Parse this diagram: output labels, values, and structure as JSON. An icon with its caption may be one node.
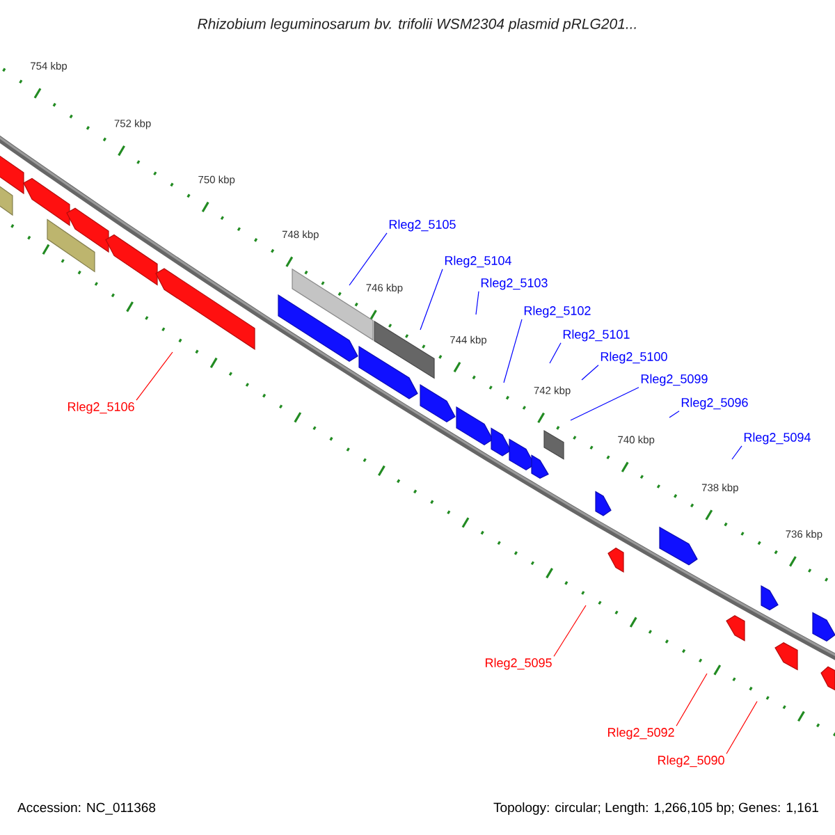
{
  "diagram": {
    "title": "Rhizobium leguminosarum bv. trifolii WSM2304 plasmid pRLG201...",
    "nodes": [
      {
        "text": [
          "Rleg2_5105"
        ]
      },
      {
        "text": [
          "Rleg2_5104"
        ]
      },
      {
        "text": [
          "Rleg2_5103"
        ]
      },
      {
        "text": [
          "Rleg2_5102"
        ]
      },
      {
        "text": [
          "Rleg2_5101"
        ]
      },
      {
        "text": [
          "Rleg2_5100"
        ]
      },
      {
        "text": [
          "Rleg2_5099"
        ]
      },
      {
        "text": [
          "Rleg2_5096"
        ]
      },
      {
        "text": [
          "Rleg2_5106"
        ]
      },
      {
        "text": [
          "Rleg2_5094"
        ]
      },
      {
        "text": [
          "Rleg2_5095"
        ]
      },
      {
        "text": [
          "Rleg2_5092"
        ]
      },
      {
        "text": [
          "Rleg2_5090"
        ]
      }
    ],
    "edges": [
      {
        "from": 0,
        "to": null,
        "arrow": "none"
      },
      {
        "from": 1,
        "to": null,
        "arrow": "none"
      },
      {
        "from": 2,
        "to": null,
        "arrow": "none"
      },
      {
        "from": 3,
        "to": null,
        "arrow": "none"
      },
      {
        "from": 4,
        "to": null,
        "arrow": "none"
      },
      {
        "from": 5,
        "to": null,
        "arrow": "none"
      },
      {
        "from": 6,
        "to": null,
        "arrow": "none"
      },
      {
        "from": 7,
        "to": null,
        "arrow": "none"
      },
      {
        "from": 8,
        "to": null,
        "arrow": "none",
        "color": "#ff0000"
      },
      {
        "from": 9,
        "to": null,
        "arrow": "none"
      },
      {
        "from": 10,
        "to": null,
        "arrow": "none",
        "color": "#ff0000"
      },
      {
        "from": 11,
        "to": null,
        "arrow": "none",
        "color": "#ff0000"
      },
      {
        "from": 12,
        "to": null,
        "arrow": "none",
        "color": "#ff0000"
      }
    ],
    "labels": [
      "754 kbp",
      "752 kbp",
      "750 kbp",
      "748 kbp",
      "746 kbp",
      "744 kbp",
      "742 kbp",
      "740 kbp",
      "738 kbp",
      "736 kbp",
      "Accession: NC_011368",
      "Topology: circular; Length: 1,266,105 bp; Genes: 1,161"
    ]
  }
}
